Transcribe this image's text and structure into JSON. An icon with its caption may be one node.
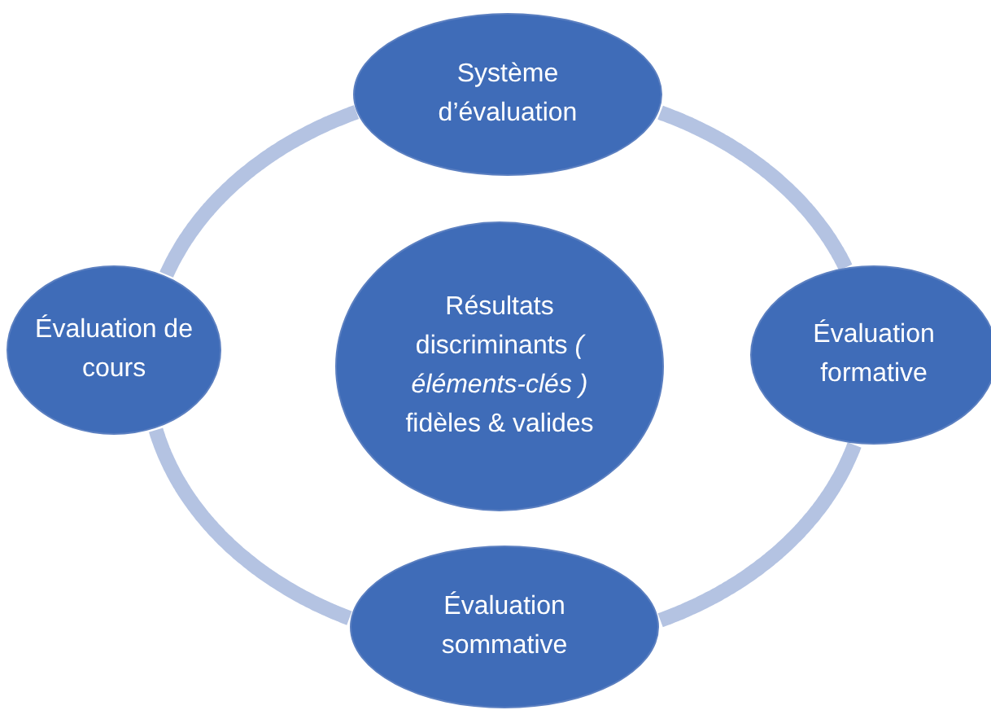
{
  "diagram": {
    "nodes": [
      {
        "text": [
          "Système d’évaluation"
        ]
      },
      {
        "text": [
          "Évaluation de cours"
        ]
      },
      {
        "text": [
          "Résultats discriminants *( éléments-clés )* fidèles & valides"
        ]
      },
      {
        "text": [
          "Évaluation formative"
        ]
      },
      {
        "text": [
          "Évaluation sommative"
        ]
      }
    ],
    "edges": [
      {
        "from": 0,
        "to": 3,
        "arrow": "none"
      },
      {
        "from": 3,
        "to": 4,
        "arrow": "none"
      },
      {
        "from": 4,
        "to": 1,
        "arrow": "none"
      },
      {
        "from": 1,
        "to": 0,
        "arrow": "none"
      }
    ]
  }
}
